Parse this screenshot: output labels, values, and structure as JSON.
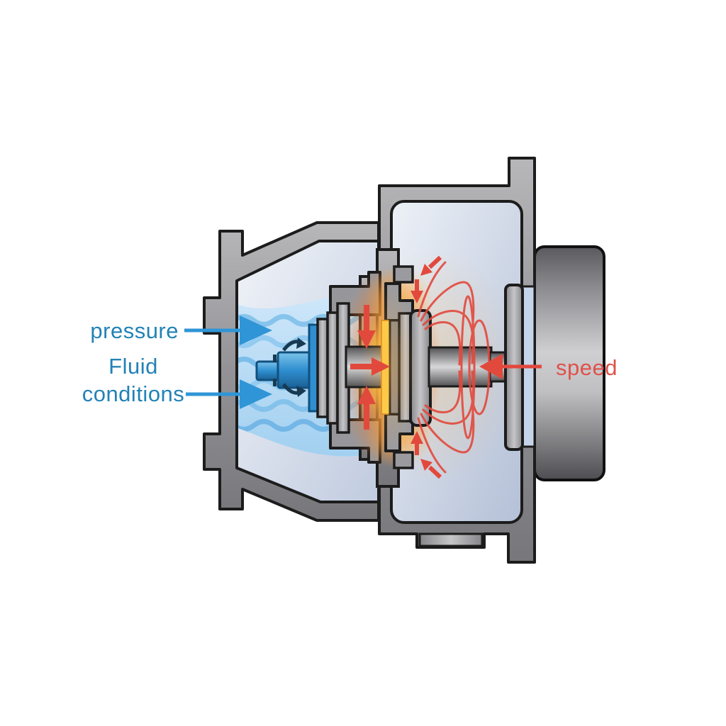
{
  "diagram": {
    "type": "pump-cross-section-heat-diagram",
    "labels": {
      "pressure": {
        "text": "pressure",
        "color": "#2382b6"
      },
      "fluid_conditions": {
        "line1": "Fluid",
        "line2": "conditions",
        "color": "#2382b6"
      },
      "speed": {
        "text": "speed",
        "color": "#e0514a"
      }
    },
    "icons": {
      "pressure_arrow": {
        "name": "arrow-right-icon",
        "color": "#2f95d6"
      },
      "fluid_arrow": {
        "name": "arrow-right-icon",
        "color": "#2f95d6"
      },
      "speed_arrow": {
        "name": "arrow-left-icon",
        "color": "#e2493d"
      },
      "heat_arrows": {
        "name": "converging-arrow-icons",
        "color": "#e2493d"
      },
      "rotation_arrows": {
        "name": "rotation-arrow-icons",
        "color": "#173a52"
      },
      "field_lines": {
        "name": "field-line-arcs",
        "color": "#e2493d"
      }
    },
    "colors": {
      "background": "#ffffff",
      "casing_gray": "#939397",
      "outline": "#1c1c1c",
      "fluid_blue": "#aed6f2",
      "wave_blue": "#7fc0ea",
      "impeller_blue": "#2f8fd0",
      "heat_glow": "#fcae3c",
      "heat_core": "#ffd24a",
      "field_red": "#e2493d",
      "chamber_blue_gray": "#c5cfe2"
    }
  }
}
